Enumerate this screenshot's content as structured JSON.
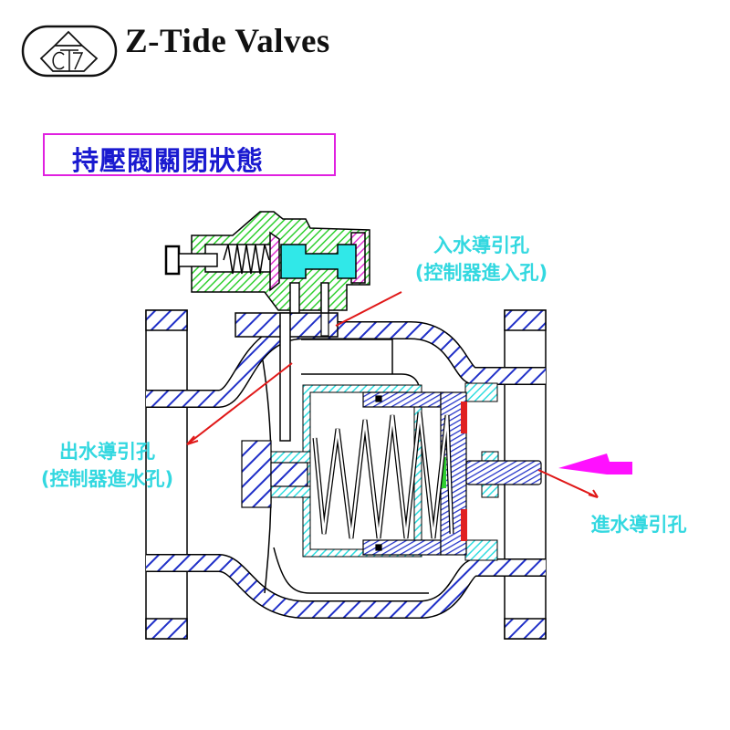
{
  "brand": {
    "name": "Z-Tide Valves",
    "logo_letters": "CTZ"
  },
  "title": "持壓閥關閉狀態",
  "labels": {
    "inlet_pilot": {
      "line1": "入水導引孔",
      "line2": "(控制器進入孔)"
    },
    "outlet_pilot": {
      "line1": "出水導引孔",
      "line2": "(控制器進水孔)"
    },
    "inflow_pilot": {
      "line1": "進水導引孔"
    }
  },
  "colors": {
    "body_hatch": "#2030c8",
    "cage_hatch": "#30dde0",
    "pilot_hatch": "#30d030",
    "diaphragm": "#e030d0",
    "seal": "#e02020",
    "arrow": "#e01818",
    "flow_arrow": "#ff10ff",
    "label": "#33d8e0"
  }
}
